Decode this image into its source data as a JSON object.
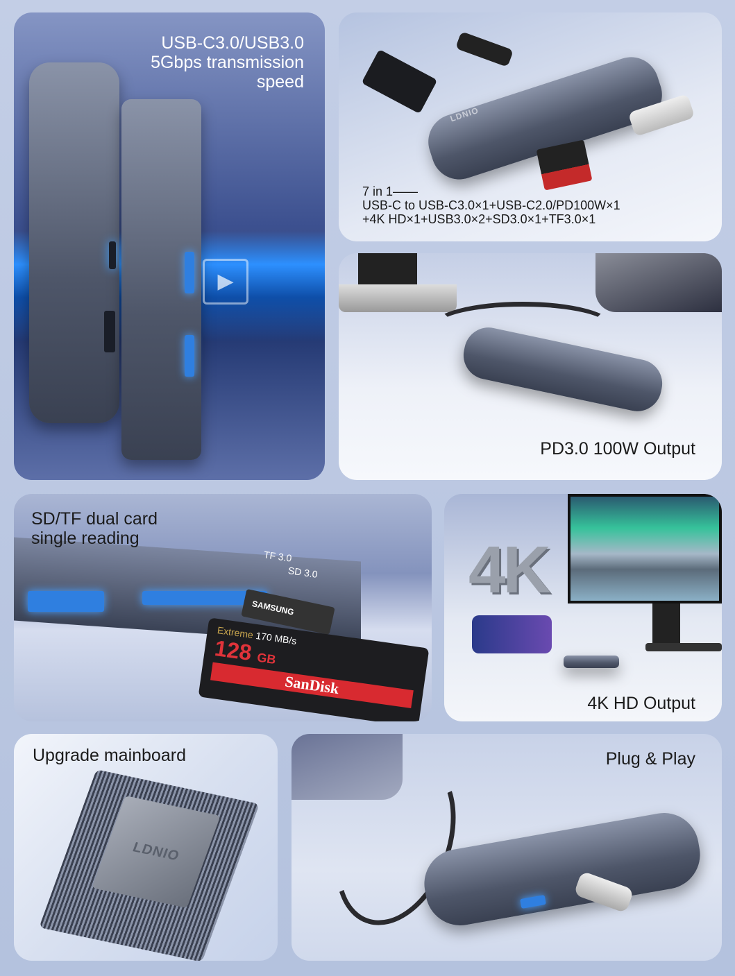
{
  "brand": "LDNIO",
  "colors": {
    "background": "#b8c5e0",
    "hub_body": "#5a6275",
    "usb_port_blue": "#2f7fe0",
    "dark_panel": "#3c4f86"
  },
  "panels": {
    "transmission": {
      "caption_lines": [
        "USB-C3.0/USB3.0",
        "5Gbps transmission",
        "speed"
      ]
    },
    "seven_in_one": {
      "caption_lines": [
        "7 in 1——",
        "USB-C to USB-C3.0×1+USB-C2.0/PD100W×1",
        "+4K HD×1+USB3.0×2+SD3.0×1+TF3.0×1"
      ]
    },
    "power": {
      "caption": "PD3.0 100W Output"
    },
    "card_reader": {
      "caption_lines": [
        "SD/TF dual card",
        "single reading"
      ],
      "slot_labels": [
        "TF 3.0",
        "SD 3.0"
      ],
      "sd_card": {
        "brand": "SanDisk",
        "line": "Extreme",
        "capacity": "128",
        "unit": "GB",
        "speed": "170 MB/s"
      },
      "tf_card_brand": "SAMSUNG"
    },
    "display": {
      "big_label": "4K",
      "caption": "4K HD Output"
    },
    "mainboard": {
      "caption": "Upgrade mainboard"
    },
    "plug_play": {
      "caption": "Plug & Play"
    }
  }
}
